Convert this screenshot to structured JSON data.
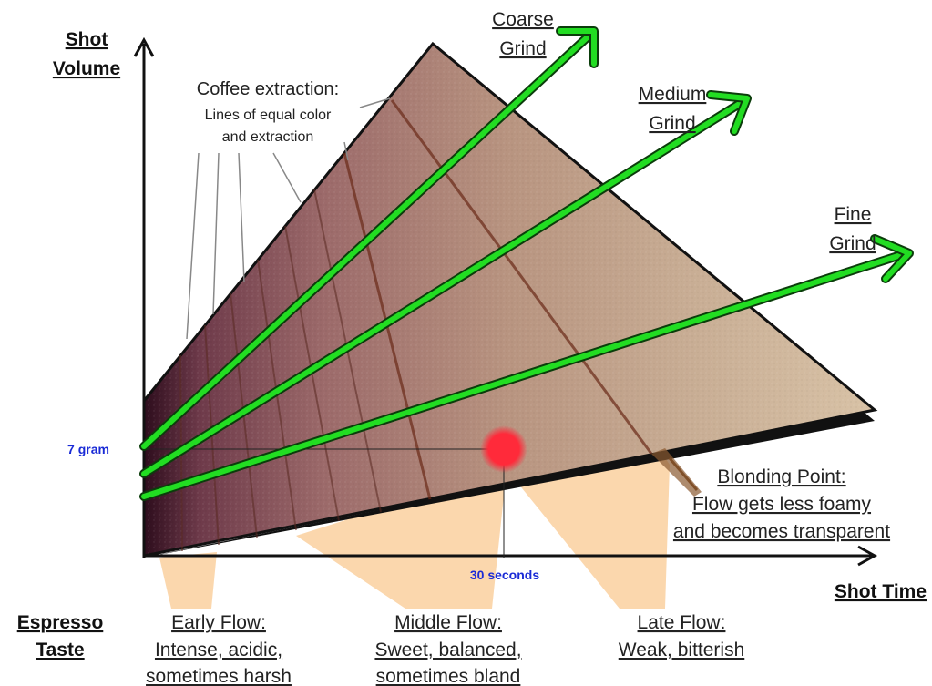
{
  "axes": {
    "y_title_line1": "Shot",
    "y_title_line2": "Volume",
    "x_title": "Shot Time"
  },
  "marker": {
    "y_value_label": "7 gram",
    "x_value_label": "30 seconds",
    "color": "#ff2a3a"
  },
  "grinds": [
    {
      "line1": "Coarse",
      "line2": "Grind"
    },
    {
      "line1": "Medium",
      "line2": "Grind"
    },
    {
      "line1": "Fine",
      "line2": "Grind"
    }
  ],
  "arrow_color": "#22dd22",
  "extraction_note": {
    "title": "Coffee extraction:",
    "line1": "Lines of equal color",
    "line2": "and extraction"
  },
  "blonding": {
    "title": "Blonding Point:",
    "line1": "Flow gets less foamy",
    "line2": "and becomes transparent"
  },
  "taste": {
    "title_line1": "Espresso",
    "title_line2": "Taste",
    "flows": [
      {
        "title": "Early Flow:",
        "line1": "Intense, acidic,",
        "line2": "sometimes harsh"
      },
      {
        "title": "Middle Flow:",
        "line1": "Sweet, balanced,",
        "line2": "sometimes bland"
      },
      {
        "title": "Late Flow:",
        "line1": "Weak, bitterish",
        "line2": ""
      }
    ]
  }
}
